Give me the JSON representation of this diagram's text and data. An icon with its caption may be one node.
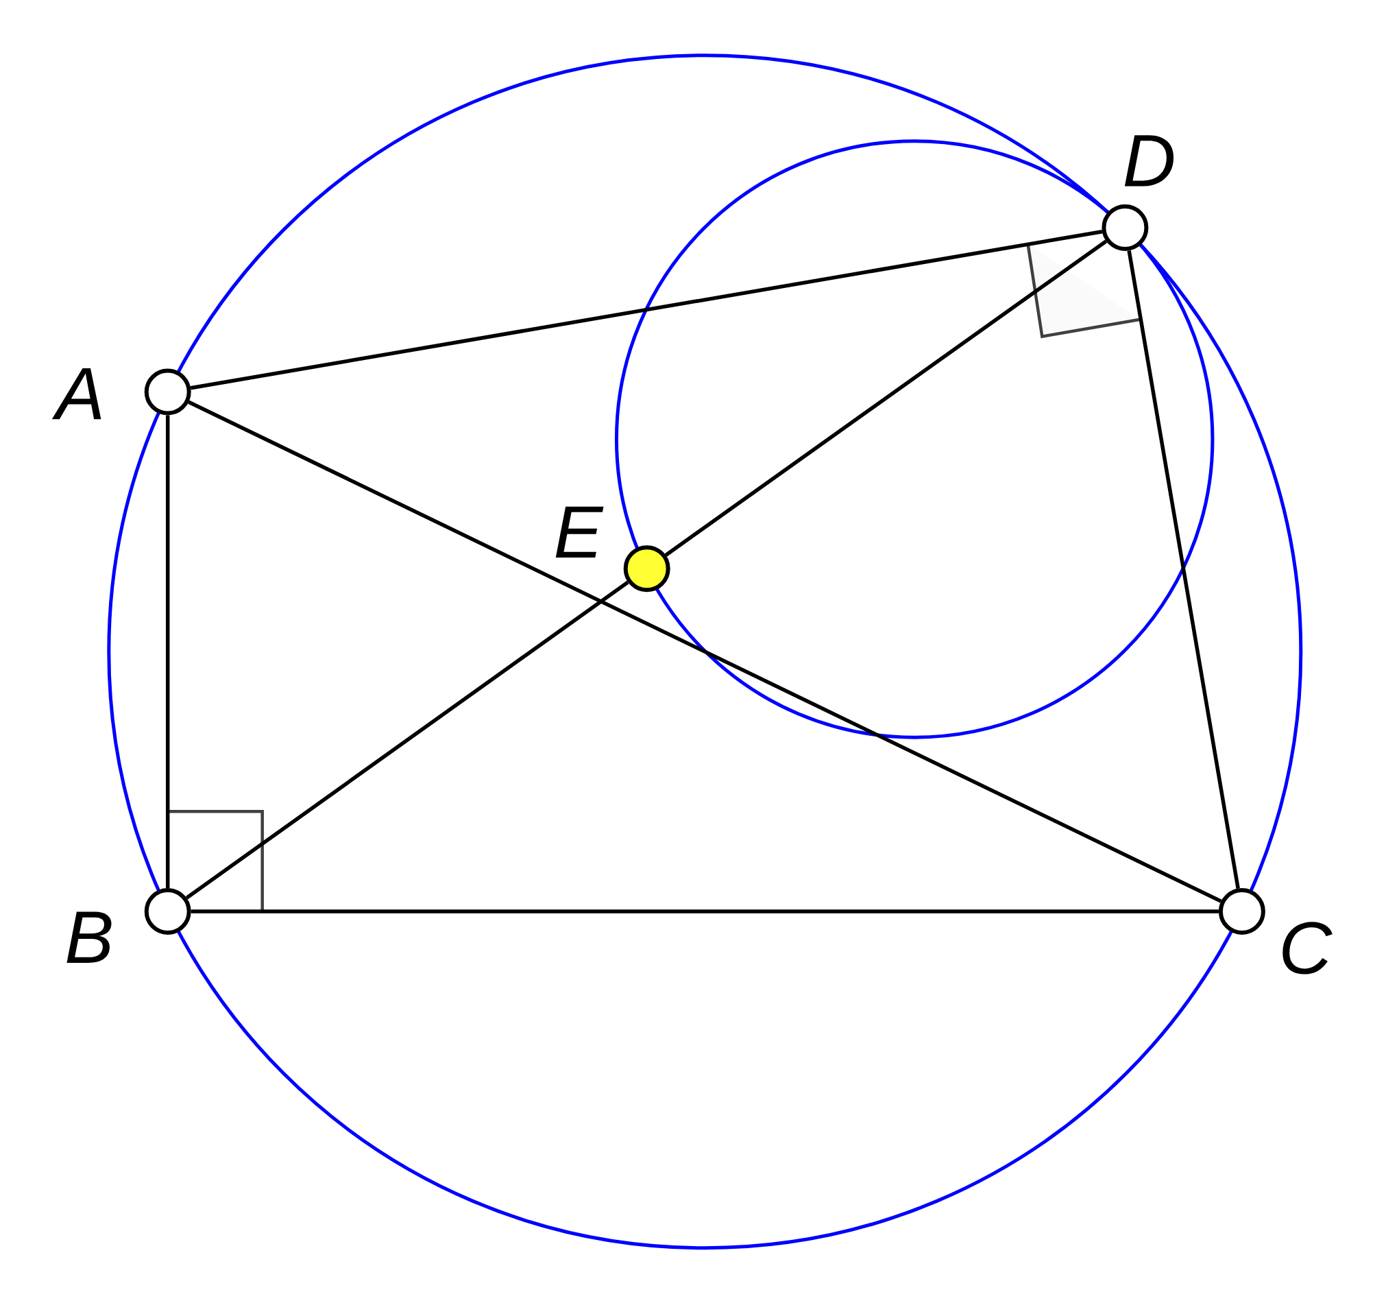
{
  "diagram": {
    "nodes": [
      {
        "text": [],
        "shape": "circle",
        "beside": [
          "A"
        ]
      },
      {
        "text": [],
        "shape": "circle",
        "beside": [
          "B"
        ]
      },
      {
        "text": [],
        "shape": "circle",
        "beside": [
          "C"
        ]
      },
      {
        "text": [],
        "shape": "circle",
        "beside": [
          "D"
        ]
      },
      {
        "text": [],
        "shape": "circle",
        "beside": [
          "E"
        ]
      }
    ],
    "edges": [
      {
        "from": 0,
        "to": 3,
        "arrow": "none"
      },
      {
        "from": 0,
        "to": 2,
        "arrow": "none"
      },
      {
        "from": 0,
        "to": 1,
        "arrow": "none"
      },
      {
        "from": 1,
        "to": 2,
        "arrow": "none"
      },
      {
        "from": 1,
        "to": 4,
        "arrow": "none"
      },
      {
        "from": 4,
        "to": 3,
        "arrow": "none"
      },
      {
        "from": 3,
        "to": 2,
        "arrow": "none"
      }
    ]
  }
}
